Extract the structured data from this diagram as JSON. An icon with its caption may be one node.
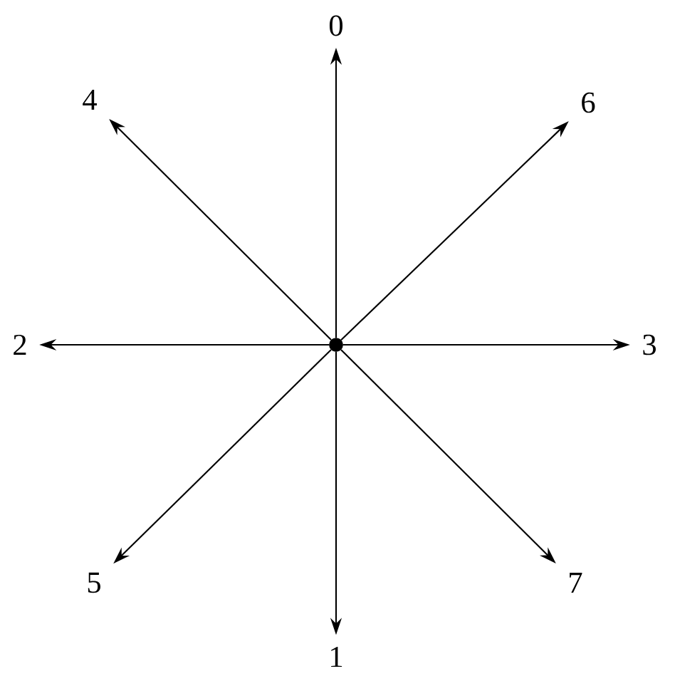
{
  "diagram": {
    "nodes": [
      {
        "text": [],
        "shape": "circle"
      },
      {
        "text": [
          "0"
        ]
      },
      {
        "text": [
          "4"
        ]
      },
      {
        "text": [
          "6"
        ]
      },
      {
        "text": [
          "2"
        ]
      },
      {
        "text": [
          "3"
        ]
      },
      {
        "text": [
          "5"
        ]
      },
      {
        "text": [
          "7"
        ]
      },
      {
        "text": [
          "1"
        ]
      }
    ],
    "edges": [
      {
        "from": 0,
        "to": 1,
        "arrow": "to"
      },
      {
        "from": 0,
        "to": 2,
        "arrow": "to"
      },
      {
        "from": 0,
        "to": 3,
        "arrow": "to"
      },
      {
        "from": 0,
        "to": 4,
        "arrow": "to"
      },
      {
        "from": 0,
        "to": 5,
        "arrow": "to"
      },
      {
        "from": 0,
        "to": 6,
        "arrow": "to"
      },
      {
        "from": 0,
        "to": 7,
        "arrow": "to"
      },
      {
        "from": 0,
        "to": 8,
        "arrow": "to"
      }
    ]
  }
}
